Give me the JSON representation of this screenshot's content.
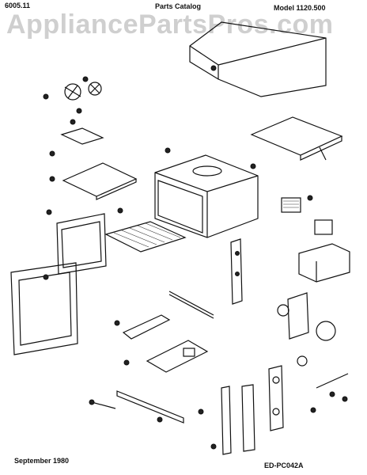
{
  "header": {
    "ref_number": "6005.11",
    "catalog_title": "Parts Catalog",
    "model": "Model 1120.500"
  },
  "watermark": "AppliancePartsPros.com",
  "footer": {
    "date": "September 1980",
    "code": "ED-PC042A"
  }
}
